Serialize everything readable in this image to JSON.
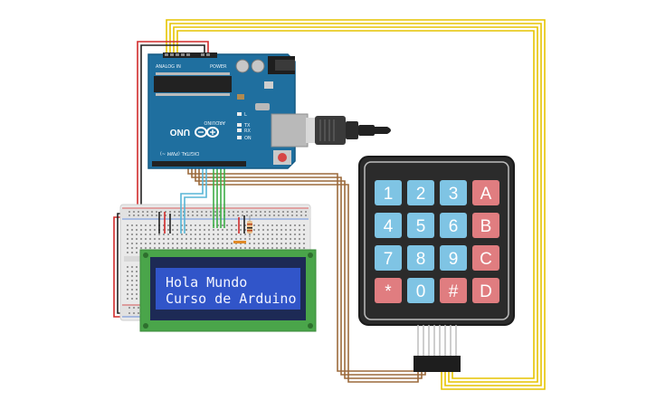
{
  "arduino": {
    "model": "UNO",
    "brand": "ARDUINO",
    "label_analog": "ANALOG IN",
    "label_power": "POWER",
    "label_digital": "DIGITAL (PWM ~)",
    "label_tx": "TX",
    "label_rx": "RX",
    "label_l": "L",
    "label_on": "ON"
  },
  "lcd": {
    "line1": "Hola Mundo",
    "line2": "Curso de Arduino"
  },
  "keypad": {
    "keys": [
      {
        "label": "1",
        "kind": "digit"
      },
      {
        "label": "2",
        "kind": "digit"
      },
      {
        "label": "3",
        "kind": "digit"
      },
      {
        "label": "A",
        "kind": "letter"
      },
      {
        "label": "4",
        "kind": "digit"
      },
      {
        "label": "5",
        "kind": "digit"
      },
      {
        "label": "6",
        "kind": "digit"
      },
      {
        "label": "B",
        "kind": "letter"
      },
      {
        "label": "7",
        "kind": "digit"
      },
      {
        "label": "8",
        "kind": "digit"
      },
      {
        "label": "9",
        "kind": "digit"
      },
      {
        "label": "C",
        "kind": "letter"
      },
      {
        "label": "*",
        "kind": "letter"
      },
      {
        "label": "0",
        "kind": "digit"
      },
      {
        "label": "#",
        "kind": "letter"
      },
      {
        "label": "D",
        "kind": "letter"
      }
    ]
  },
  "colors": {
    "board": "#1f6f9f",
    "board_dark": "#155a84",
    "lcd_pcb": "#4aa54a",
    "lcd_screen": "#3155c9",
    "keypad_body": "#2b2b2b",
    "key_digit": "#7fc4e4",
    "key_letter": "#e07d80",
    "wire_yellow": "#e6c400",
    "wire_brown": "#9c6a3c",
    "wire_red": "#d22b2b",
    "wire_black": "#222222",
    "wire_green": "#3fae49",
    "wire_blue": "#58b6d6",
    "breadboard": "#e9e9e9"
  }
}
